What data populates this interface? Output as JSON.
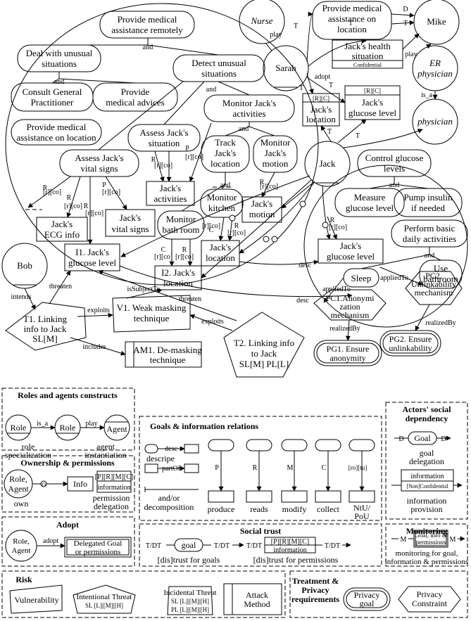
{
  "main": {
    "agents": {
      "nurse": "Nurse",
      "sarah": "Sarah",
      "mike": "Mike",
      "er_physician": [
        "ER",
        "physician"
      ],
      "physician": "physician",
      "jack": "Jack",
      "bob": "Bob"
    },
    "goals": {
      "provide_remote": [
        "Provide medical",
        "assistance remotely"
      ],
      "provide_location_top": [
        "Provide medical",
        "assistance on",
        "location"
      ],
      "deal_unusual": [
        "Deal with unusual",
        "situations"
      ],
      "detect_unusual": [
        "Detect unusual",
        "situations"
      ],
      "consult_gp": [
        "Consult General",
        "Practitioner"
      ],
      "provide_advice": [
        "Provide",
        "medical advices"
      ],
      "provide_location": [
        "Provide medical",
        "assistance on location"
      ],
      "monitor_activities": [
        "Monitor Jack's",
        "activities"
      ],
      "assess_vital": [
        "Assess Jack's",
        "vital signs"
      ],
      "assess_situation": [
        "Assess Jack's",
        "situation"
      ],
      "track_location": [
        "Track",
        "Jack's",
        "location"
      ],
      "monitor_motion": [
        "Monitor",
        "Jack's",
        "motion"
      ],
      "monitor_kitchen": [
        "Monitor",
        "kitchen"
      ],
      "monitor_bathroom": [
        "Monitor",
        "bath room"
      ],
      "control_glucose": [
        "Control glucose",
        "levels"
      ],
      "measure_glucose": [
        "Measure",
        "glucose level"
      ],
      "pump_insulin": [
        "Pump insulin",
        "if needed"
      ],
      "perform_daily": [
        "Perform basic",
        "daily activities"
      ],
      "sleep": "Sleep",
      "use_bathroom": [
        "Use",
        "bathroom"
      ]
    },
    "info": {
      "jack_health": [
        "Jack's health",
        "situation"
      ],
      "confidential": "Confidential",
      "perm_rc": "[R][C]",
      "jack_location_perm": [
        "Jack's",
        "location"
      ],
      "jack_glucose_perm": [
        "Jack's",
        "glucose level"
      ],
      "jack_activities": [
        "Jack's",
        "activities"
      ],
      "jack_ecg": [
        "Jack's",
        "ECG info"
      ],
      "jack_vital": [
        "Jack's",
        "vital signs"
      ],
      "i1_glucose": [
        "I1. Jack's",
        "glucose level"
      ],
      "i2_location": [
        "I2. Jack's",
        "location"
      ],
      "jack_location_info": [
        "Jack's",
        "location"
      ],
      "jack_motion": [
        "Jack's",
        "motion"
      ],
      "jack_glucose_info": [
        "Jack's",
        "glucose level"
      ]
    },
    "risk": {
      "t1": [
        "T1. Linking",
        "info to Jack",
        "SL[M]"
      ],
      "v1": [
        "V1. Weak masking",
        "technique"
      ],
      "t2": [
        "T2. Linking info",
        "to Jack",
        "SL[M] PL[L]"
      ],
      "am1": [
        "AM1. De-masking",
        "technique"
      ]
    },
    "privacy": {
      "pc1": [
        "PC1.Anonymi",
        "zation",
        "mechanism"
      ],
      "pc2": [
        "PC2.",
        "Unlinkability",
        "mechanism"
      ],
      "pg1": [
        "PG1. Ensure",
        "anonymity"
      ],
      "pg2": [
        "PG2. Ensure",
        "unlinkability"
      ]
    },
    "edge_labels": {
      "and": "and",
      "D": "D",
      "T": "T",
      "play": "play",
      "is_a": "is_a",
      "adopt": "adopt",
      "R": "R",
      "P": "P",
      "C": "C",
      "rico": "[r][co]",
      "desc": "desc",
      "appliedTo": "appliedTo",
      "realizedBy": "realizedBy",
      "intends": "intends",
      "threaten": "threaten",
      "isSubjectTo": "isSubjectTo",
      "exploits": "exploits",
      "includes": "includes"
    }
  },
  "legend": {
    "roles": {
      "title": "Roles and agents constructs",
      "role": "Role",
      "agent": "Agent",
      "is_a": "is_a",
      "play": "play",
      "role_spec": [
        "role",
        "specialization"
      ],
      "agent_inst": [
        "agent",
        "instantiation"
      ]
    },
    "goals_info": {
      "title": "Goals & information relations",
      "desc": "desc",
      "descripe": "descripe",
      "partOf": "partOf",
      "and_or": [
        "and/or",
        "decomposition"
      ],
      "produce": "produce",
      "reads": "reads",
      "modify": "modify",
      "collect": "collect",
      "ntu_pou": [
        "NtU/",
        "PoU"
      ],
      "P": "P",
      "R": "R",
      "M": "M",
      "C": "C",
      "ntu_label": "[ro][tu]"
    },
    "actors_social": {
      "title": [
        "Actors' social",
        "dependency"
      ],
      "goal": "Goal",
      "D": "D",
      "goal_delegation": [
        "goal",
        "delegation"
      ],
      "information": "information",
      "non_conf": "[Non]Confidential",
      "info_provision": [
        "information",
        "provision"
      ]
    },
    "ownership": {
      "title": "Ownership & permissions",
      "role_agent": [
        "Role,",
        "Agent"
      ],
      "O": "O",
      "info": "Info",
      "perms": "[P][R][M][C]",
      "information": "information",
      "own": "own",
      "perm_deleg": [
        "permission",
        "delegation"
      ]
    },
    "social_trust": {
      "title": "Social trust",
      "tdt": "T/DT",
      "goal": "goal",
      "perms": "[P][R][M][C]",
      "information": "information",
      "trust_goals": "[dis]trust for goals",
      "trust_perms": "[dis]trust for permissions"
    },
    "monitoring": {
      "title": "Monitoring",
      "M": "M",
      "box": [
        "Goal, info &",
        "permissions"
      ],
      "caption": [
        "monitoring for goal,",
        "information & permissions"
      ]
    },
    "adopt": {
      "title": "Adopt",
      "role_agent": [
        "Role,",
        "Agent"
      ],
      "adopt": "adopt",
      "box": [
        "Delegated Goal",
        "or permissions"
      ]
    },
    "risk": {
      "title": "Risk",
      "vulnerability": "Vulnerability",
      "intentional": [
        "Intentional Threat",
        "SL [L]|[M]|[H]"
      ],
      "incidental": [
        "Incidental Threat",
        "SL [L]|[M]|[H]",
        "PL [L]|[M]|[H]"
      ],
      "attack": [
        "Attack",
        "Method"
      ]
    },
    "treatment": {
      "title": [
        "Treatment &",
        "Privacy",
        "requirements"
      ],
      "privacy_goal": [
        "Privacy",
        "goal"
      ],
      "privacy_constraint": [
        "Privacy",
        "Constraint"
      ]
    }
  }
}
